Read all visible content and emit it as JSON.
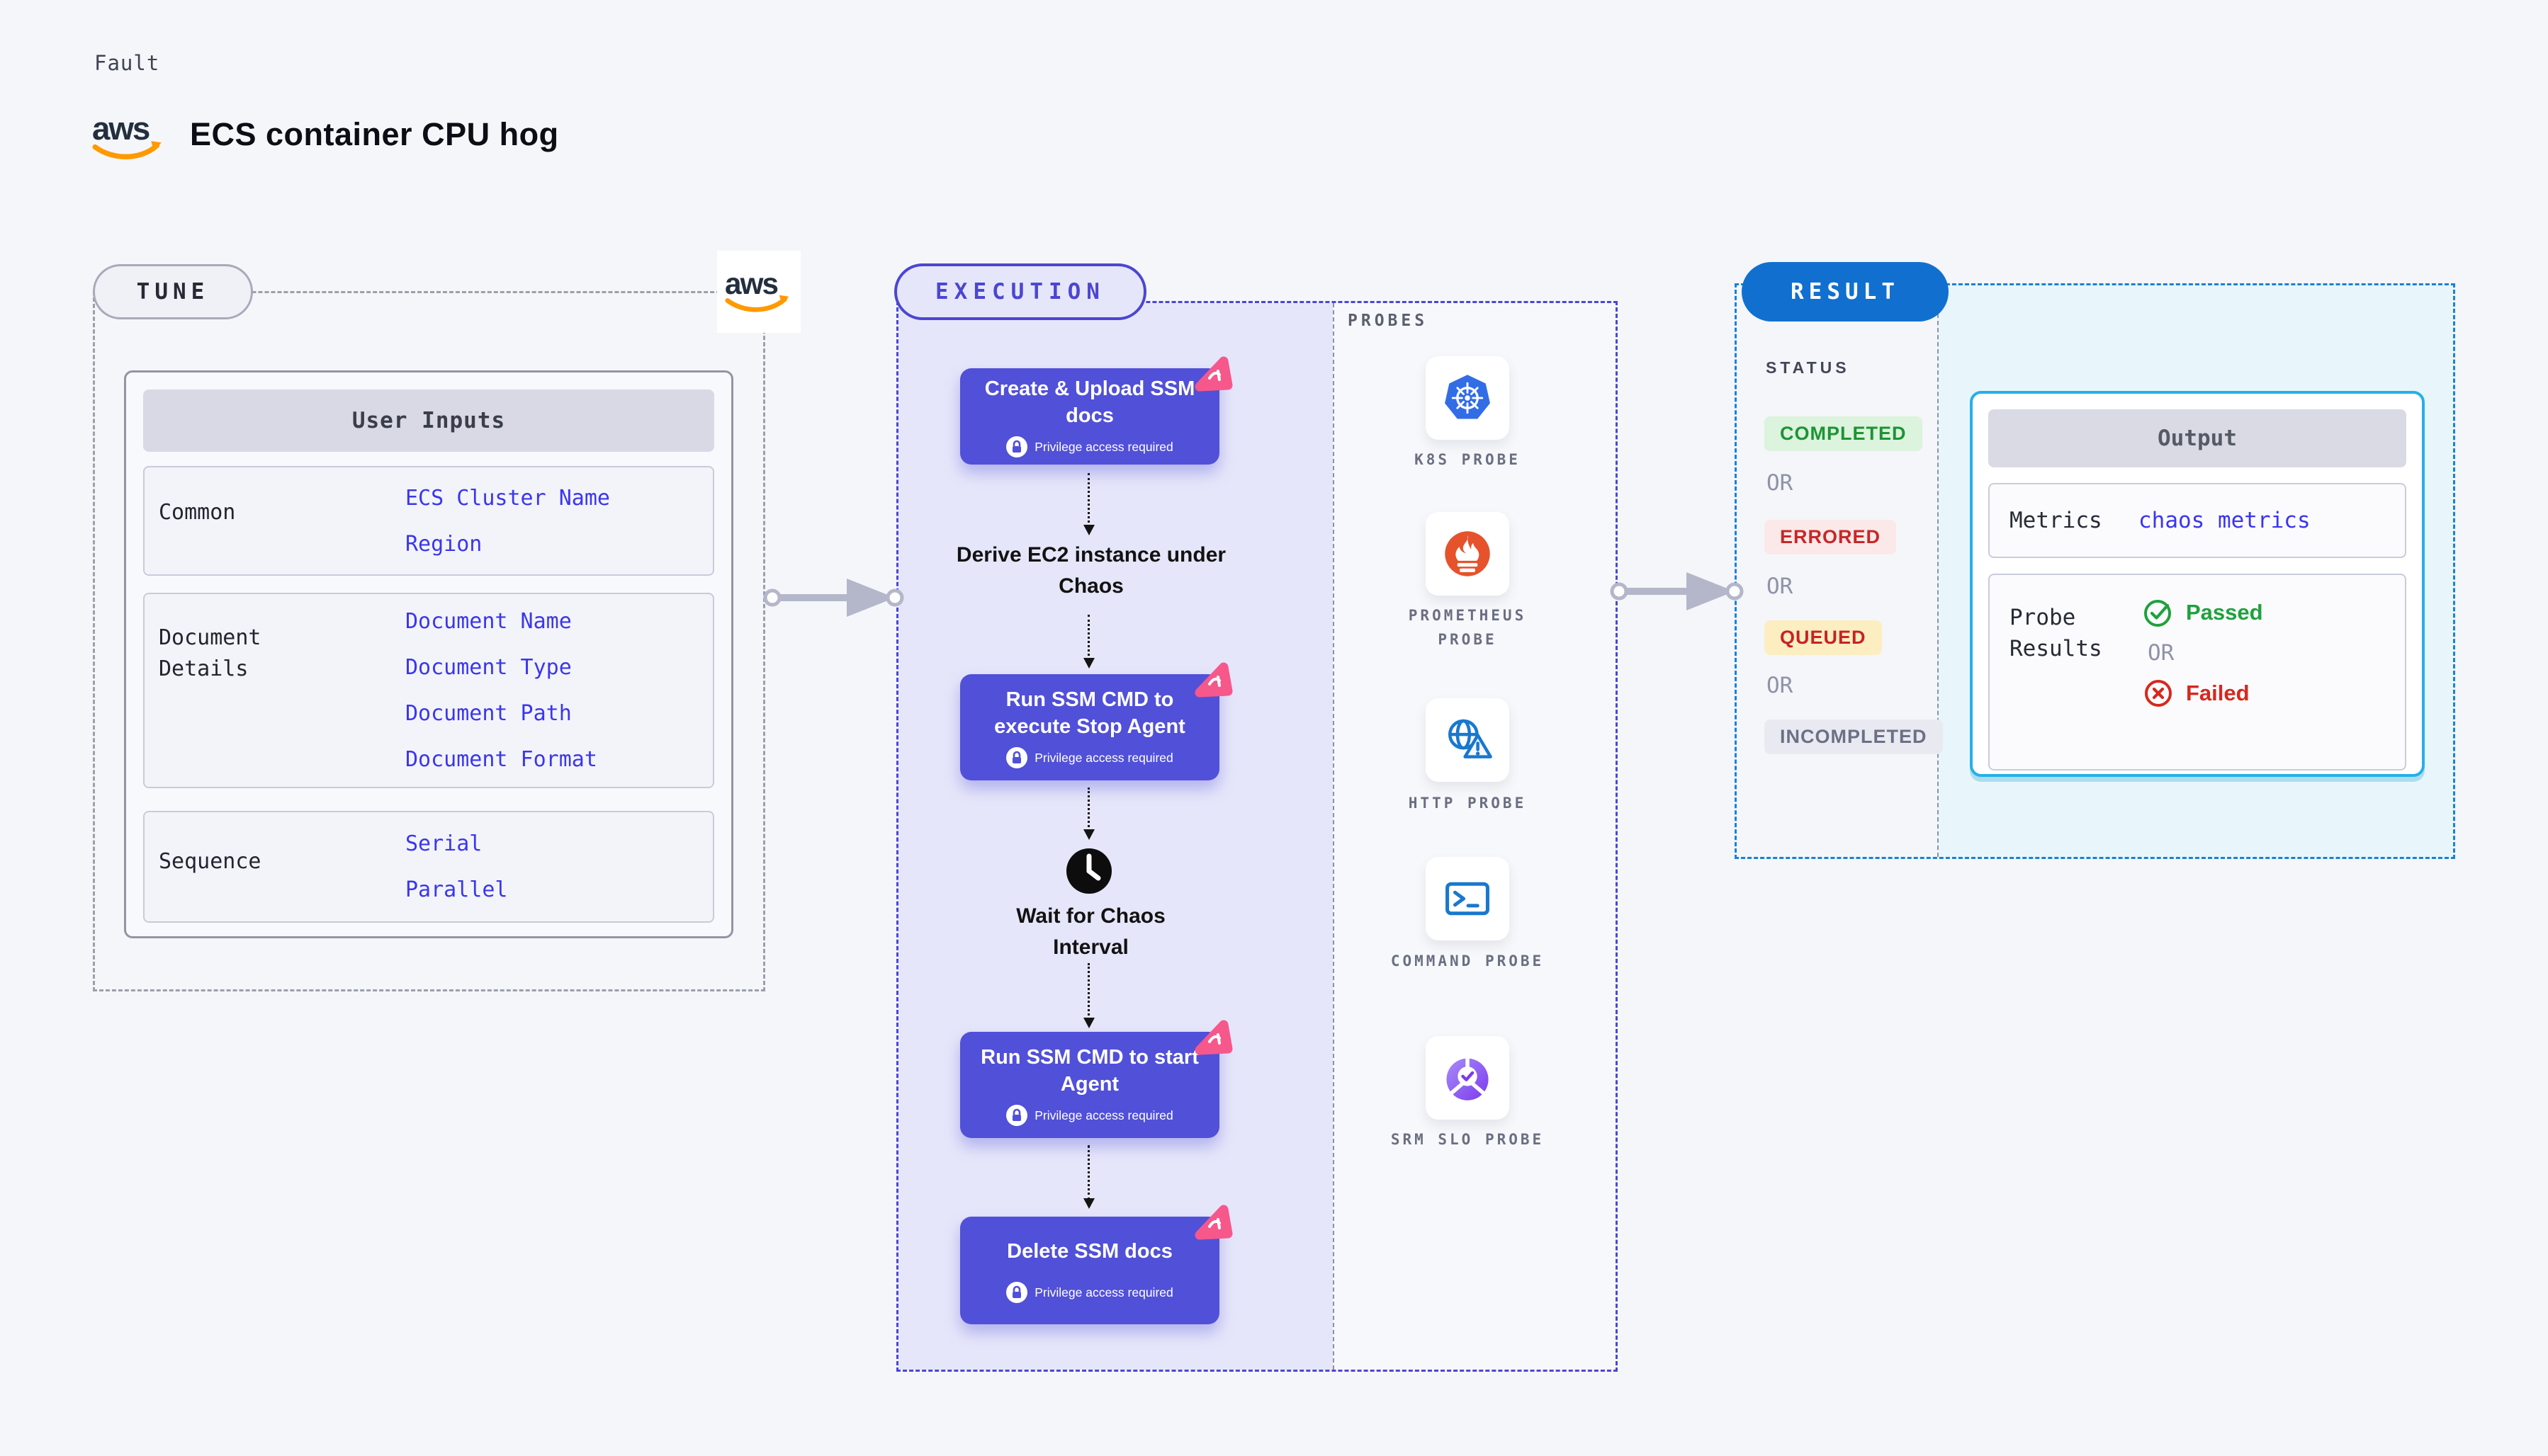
{
  "header": {
    "kicker": "Fault",
    "title": "ECS container CPU hog",
    "aws_logo_text": "aws"
  },
  "colors": {
    "indigo_accent": "#4c46d2",
    "step_card": "#5150d8",
    "lavender_panel": "#e6e6fa",
    "chaos_pink": "#f6588c",
    "aws_orange": "#ff9900",
    "aws_navy": "#232f3e",
    "result_blue": "#1170cf",
    "result_dash_blue": "#1583d8",
    "output_cyan": "#25b0e8",
    "value_blue": "#3b36ee",
    "passed_green": "#1ea23c",
    "failed_red": "#d6281e",
    "kubernetes_blue": "#326de6",
    "prometheus_orange": "#e6522c",
    "probe_icon_blue": "#1878cf",
    "srm_purple": "#7c3aed"
  },
  "tune": {
    "pill": "TUNE",
    "table_header": "User Inputs",
    "rows": [
      {
        "label": "Common",
        "values": [
          "ECS Cluster Name",
          "Region"
        ]
      },
      {
        "label": "Document Details",
        "values": [
          "Document Name",
          "Document Type",
          "Document Path",
          "Document Format"
        ]
      },
      {
        "label": "Sequence",
        "values": [
          "Serial",
          "Parallel"
        ]
      }
    ]
  },
  "execution": {
    "pill": "EXECUTION",
    "privilege_label": "Privilege access required",
    "steps": [
      {
        "type": "card",
        "title": "Create & Upload SSM docs"
      },
      {
        "type": "text",
        "title": "Derive EC2 instance under Chaos"
      },
      {
        "type": "card",
        "title": "Run SSM CMD to execute Stop Agent"
      },
      {
        "type": "wait",
        "title": "Wait for Chaos Interval"
      },
      {
        "type": "card",
        "title": "Run SSM CMD to start Agent"
      },
      {
        "type": "card",
        "title": "Delete SSM docs"
      }
    ]
  },
  "probes": {
    "label": "PROBES",
    "items": [
      {
        "name": "K8S PROBE",
        "icon": "kubernetes-icon"
      },
      {
        "name": "PROMETHEUS PROBE",
        "icon": "prometheus-icon"
      },
      {
        "name": "HTTP PROBE",
        "icon": "http-globe-icon"
      },
      {
        "name": "COMMAND PROBE",
        "icon": "terminal-icon"
      },
      {
        "name": "SRM SLO PROBE",
        "icon": "srm-slo-icon"
      }
    ]
  },
  "result": {
    "pill": "RESULT",
    "status_label": "STATUS",
    "or_label": "OR",
    "statuses": [
      {
        "label": "COMPLETED",
        "fg": "#1d9434",
        "bg": "#dcf3dd"
      },
      {
        "label": "ERRORED",
        "fg": "#c62828",
        "bg": "#fbe9e9"
      },
      {
        "label": "QUEUED",
        "fg": "#c62323",
        "bg": "#fdeec2"
      },
      {
        "label": "INCOMPLETED",
        "fg": "#6b7086",
        "bg": "#e9eaf1"
      }
    ],
    "output": {
      "header": "Output",
      "metrics_label": "Metrics",
      "metrics_value": "chaos metrics",
      "probe_results_label": "Probe Results",
      "passed": "Passed",
      "or": "OR",
      "failed": "Failed"
    }
  }
}
